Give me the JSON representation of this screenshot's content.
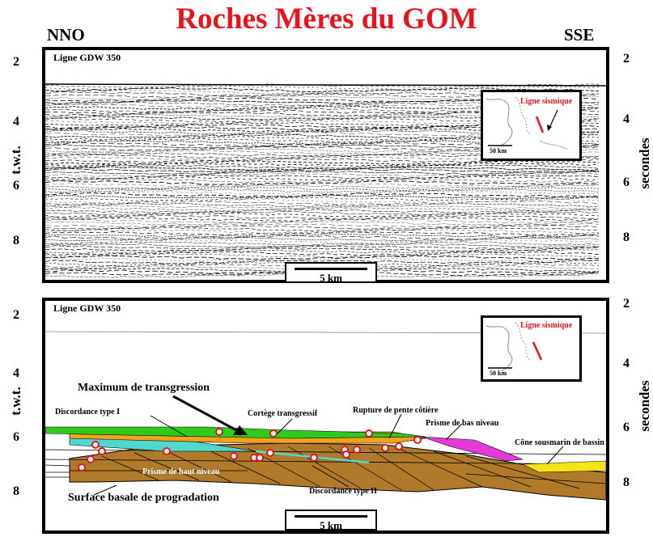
{
  "title": "Roches Mères du GOM",
  "direction": {
    "left": "NNO",
    "right": "SSE"
  },
  "axis": {
    "left_label": "t.w.t.",
    "right_label": "secondes",
    "ticks": [
      "2",
      "4",
      "6",
      "8"
    ]
  },
  "top_panel": {
    "label": "Ligne GDW 350",
    "inset_label": "Ligne sismique",
    "inset_scale": "50 km",
    "scale": "5 km"
  },
  "bottom_panel": {
    "label": "Ligne GDW 350",
    "inset_label": "Ligne sismique",
    "inset_scale": "50 km",
    "scale": "5 km",
    "annotations": {
      "max_transgression": "Maximum de transgression",
      "discordance_1": "Discordance type I",
      "cortege": "Cortège transgressif",
      "rupture": "Rupture de pente côtière",
      "prisme_bas": "Prisme de bas niveau",
      "cone": "Cône sousmarin de bassin",
      "prisme_haut": "Prisme de haut niveau",
      "discordance_2": "Discordance type II",
      "surface_basale": "Surface basale de progradation"
    }
  },
  "colors": {
    "title": "#e8141b",
    "green": "#2ecc1a",
    "orange": "#f4a11c",
    "brown": "#b07a2a",
    "cyan": "#4fd8d0",
    "magenta": "#e33ad8",
    "yellow": "#f7e31a",
    "source_rock_marker": "#e8141b"
  }
}
